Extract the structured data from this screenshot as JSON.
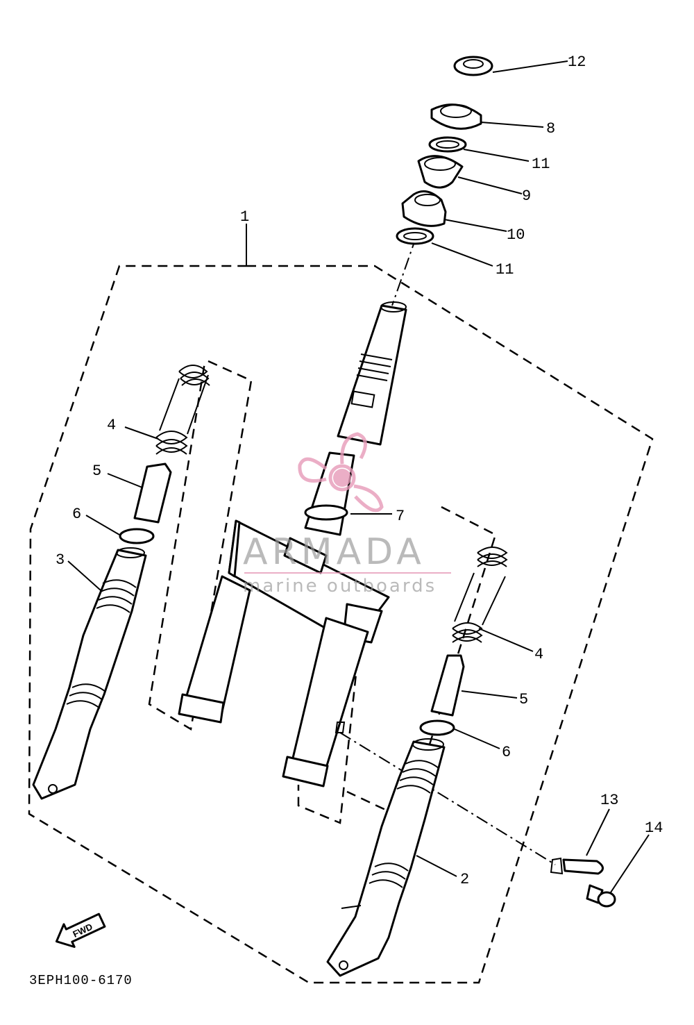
{
  "diagram": {
    "drawing_code": "3EPH100-6170",
    "fwd_label": "FWD",
    "watermark": {
      "brand": "ARMADA",
      "tagline": "marine outboards",
      "color": "#e79ab8"
    },
    "callouts": [
      {
        "id": "c1",
        "label": "1"
      },
      {
        "id": "c2",
        "label": "2"
      },
      {
        "id": "c3",
        "label": "3"
      },
      {
        "id": "c4a",
        "label": "4"
      },
      {
        "id": "c4b",
        "label": "4"
      },
      {
        "id": "c5a",
        "label": "5"
      },
      {
        "id": "c5b",
        "label": "5"
      },
      {
        "id": "c6a",
        "label": "6"
      },
      {
        "id": "c6b",
        "label": "6"
      },
      {
        "id": "c7",
        "label": "7"
      },
      {
        "id": "c8",
        "label": "8"
      },
      {
        "id": "c9",
        "label": "9"
      },
      {
        "id": "c10",
        "label": "10"
      },
      {
        "id": "c11a",
        "label": "11"
      },
      {
        "id": "c11b",
        "label": "11"
      },
      {
        "id": "c12",
        "label": "12"
      },
      {
        "id": "c13",
        "label": "13"
      },
      {
        "id": "c14",
        "label": "14"
      }
    ]
  }
}
